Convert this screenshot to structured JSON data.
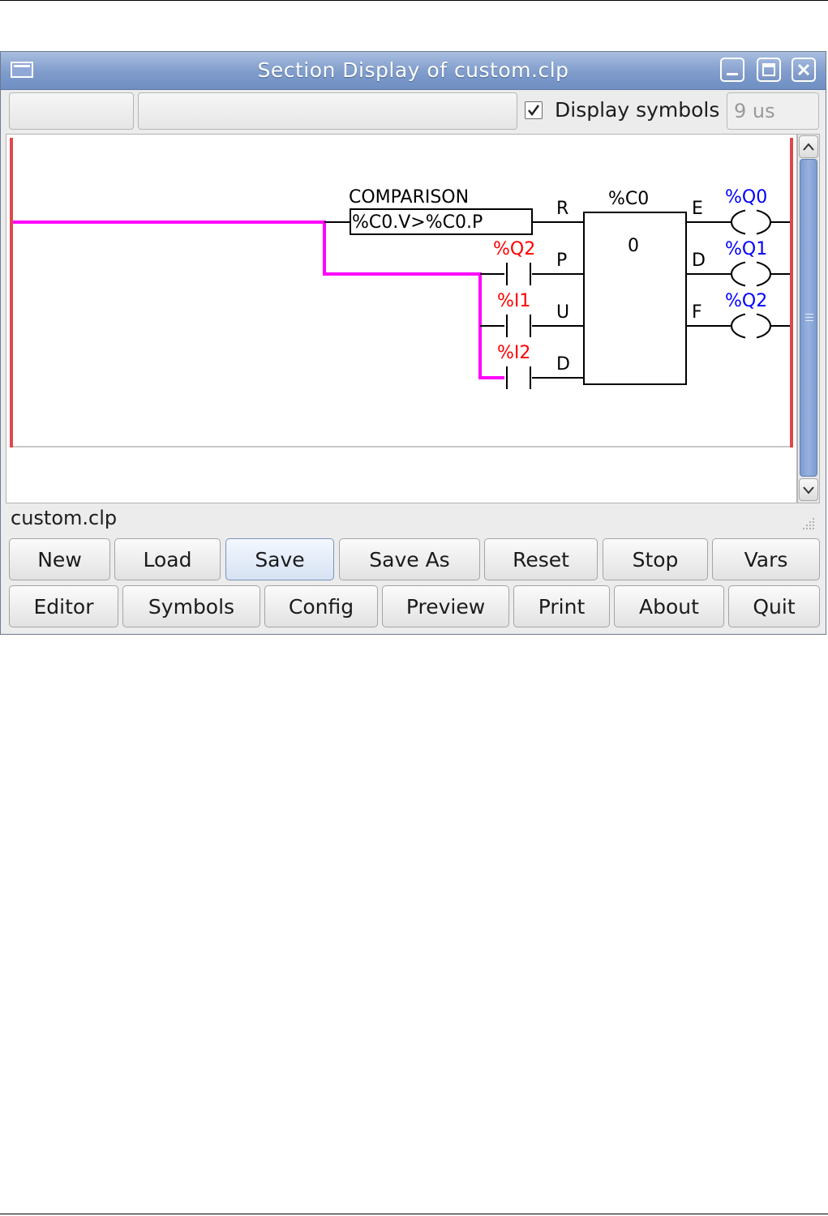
{
  "window": {
    "title": "Section Display of custom.clp"
  },
  "toolbar": {
    "display_symbols_label": "Display symbols",
    "display_symbols_checked": true,
    "scan_time": "9 us"
  },
  "ladder": {
    "comparison_label": "COMPARISON",
    "comparison_expression": "%C0.V>%C0.P",
    "counter_name": "%C0",
    "counter_value": "0",
    "counter_inputs": [
      "R",
      "P",
      "U",
      "D"
    ],
    "counter_outputs": [
      "E",
      "D",
      "F"
    ],
    "contacts": [
      "%Q2",
      "%I1",
      "%I2"
    ],
    "coils": [
      "%Q0",
      "%Q1",
      "%Q2"
    ],
    "colors": {
      "rail": "#e0474c",
      "active_wire": "#ff00ff",
      "contact_label": "#ff0000",
      "coil_label": "#0000ff"
    }
  },
  "status": {
    "filename": "custom.clp"
  },
  "buttons": {
    "row1": [
      "New",
      "Load",
      "Save",
      "Save As",
      "Reset",
      "Stop",
      "Vars"
    ],
    "row2": [
      "Editor",
      "Symbols",
      "Config",
      "Preview",
      "Print",
      "About",
      "Quit"
    ]
  }
}
